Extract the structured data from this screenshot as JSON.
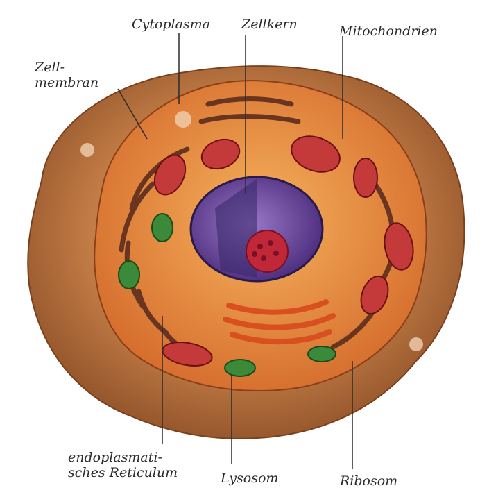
{
  "diagram": {
    "labels": {
      "cytoplasma": "Cytoplasma",
      "zellkern": "Zellkern",
      "mitochondrien": "Mitochondrien",
      "zellmembran_1": "Zell-",
      "zellmembran_2": "membran",
      "er_1": "endoplasmati-",
      "er_2": "sches Reticulum",
      "lysosom": "Lysosom",
      "ribosom": "Ribosom"
    },
    "colors": {
      "outer_cell": "#b46a3a",
      "cytoplasm": "#e28a3c",
      "nucleus": "#6a4a9a",
      "nucleolus": "#c0283a",
      "mitochondria": "#c43a3a",
      "lysosome": "#3a8a3a",
      "er": "#6a3520"
    }
  }
}
